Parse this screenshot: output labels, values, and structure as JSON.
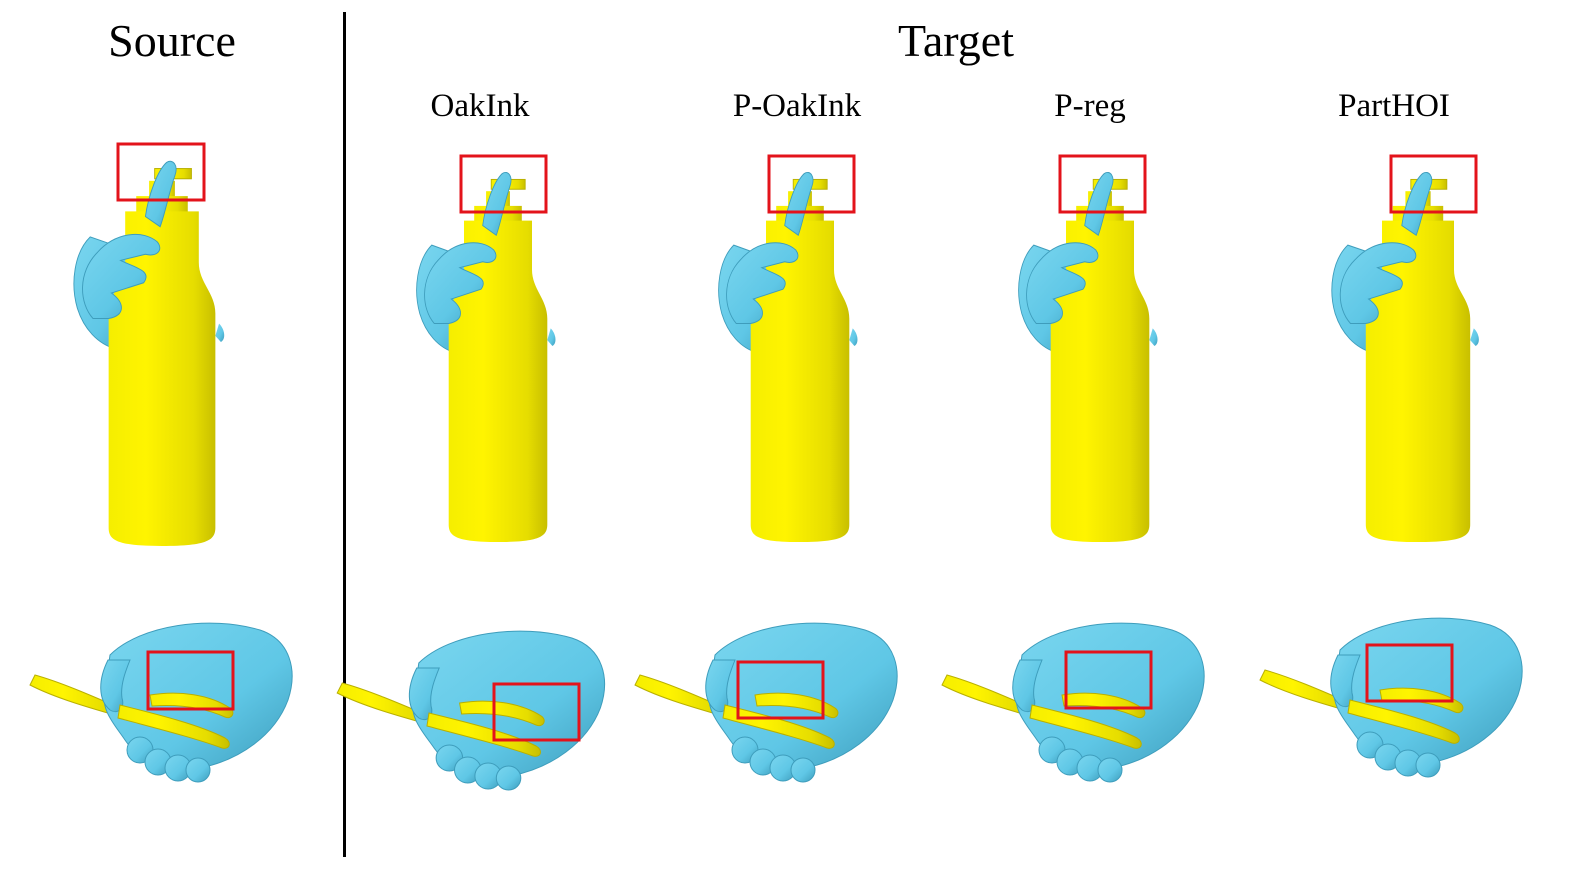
{
  "headers": {
    "source": "Source",
    "target": "Target",
    "methods": [
      "OakInk",
      "P-OakInk",
      "P-reg",
      "PartHOI"
    ]
  },
  "colors": {
    "hand": "#5fc7e6",
    "hand_shade": "#3e9dbc",
    "object": "#f5ee00",
    "object_shade": "#b9b000",
    "highlight_box": "#e3131b"
  }
}
